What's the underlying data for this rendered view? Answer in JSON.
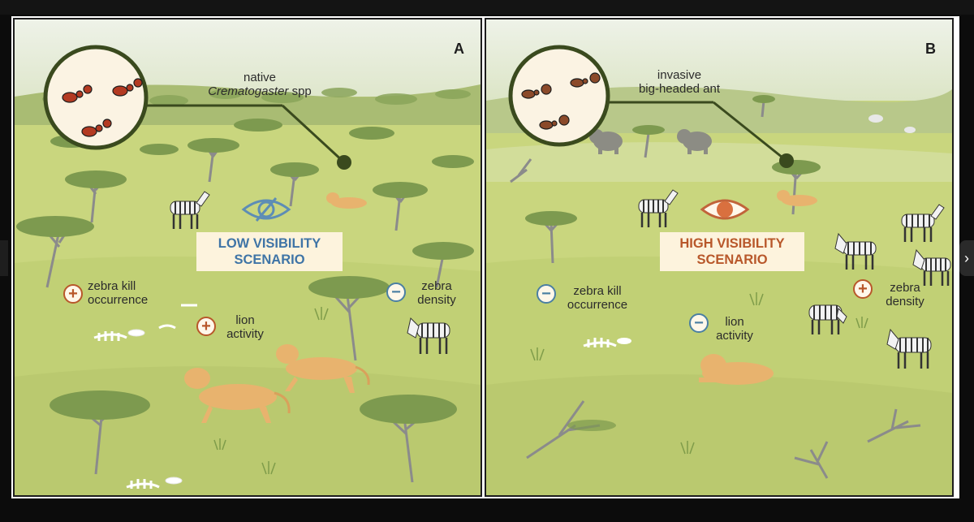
{
  "panel_a": {
    "letter": "A",
    "ant_label_line1": "native",
    "ant_label_species": "Crematogaster",
    "ant_label_suffix": " spp",
    "scenario_line1": "LOW VISIBILITY",
    "scenario_line2": "SCENARIO",
    "scenario_color": "#3f74a6",
    "kill_line1": "zebra kill",
    "kill_line2": "occurrence",
    "kill_sign": "+",
    "lion_line1": "lion",
    "lion_line2": "activity",
    "lion_sign": "+",
    "density_line1": "zebra",
    "density_line2": "density",
    "density_sign": "−"
  },
  "panel_b": {
    "letter": "B",
    "ant_label_line1": "invasive",
    "ant_label_line2": "big-headed ant",
    "scenario_line1": "HIGH VISIBILITY",
    "scenario_line2": "SCENARIO",
    "scenario_color": "#b8572a",
    "kill_line1": "zebra kill",
    "kill_line2": "occurrence",
    "kill_sign": "−",
    "lion_line1": "lion",
    "lion_line2": "activity",
    "lion_sign": "−",
    "density_line1": "zebra",
    "density_line2": "density",
    "density_sign": "+"
  },
  "icons": {
    "eye_crossed": "eye-crossed-icon",
    "eye_open": "eye-open-icon",
    "next": "chevron-right-icon"
  },
  "colors": {
    "grass": "#c5d27a",
    "tree": "#7d9a4f",
    "lion": "#e8b36e",
    "plus": "#b8572a",
    "minus": "#4a7fa3"
  },
  "nav": {
    "next_glyph": "›"
  }
}
